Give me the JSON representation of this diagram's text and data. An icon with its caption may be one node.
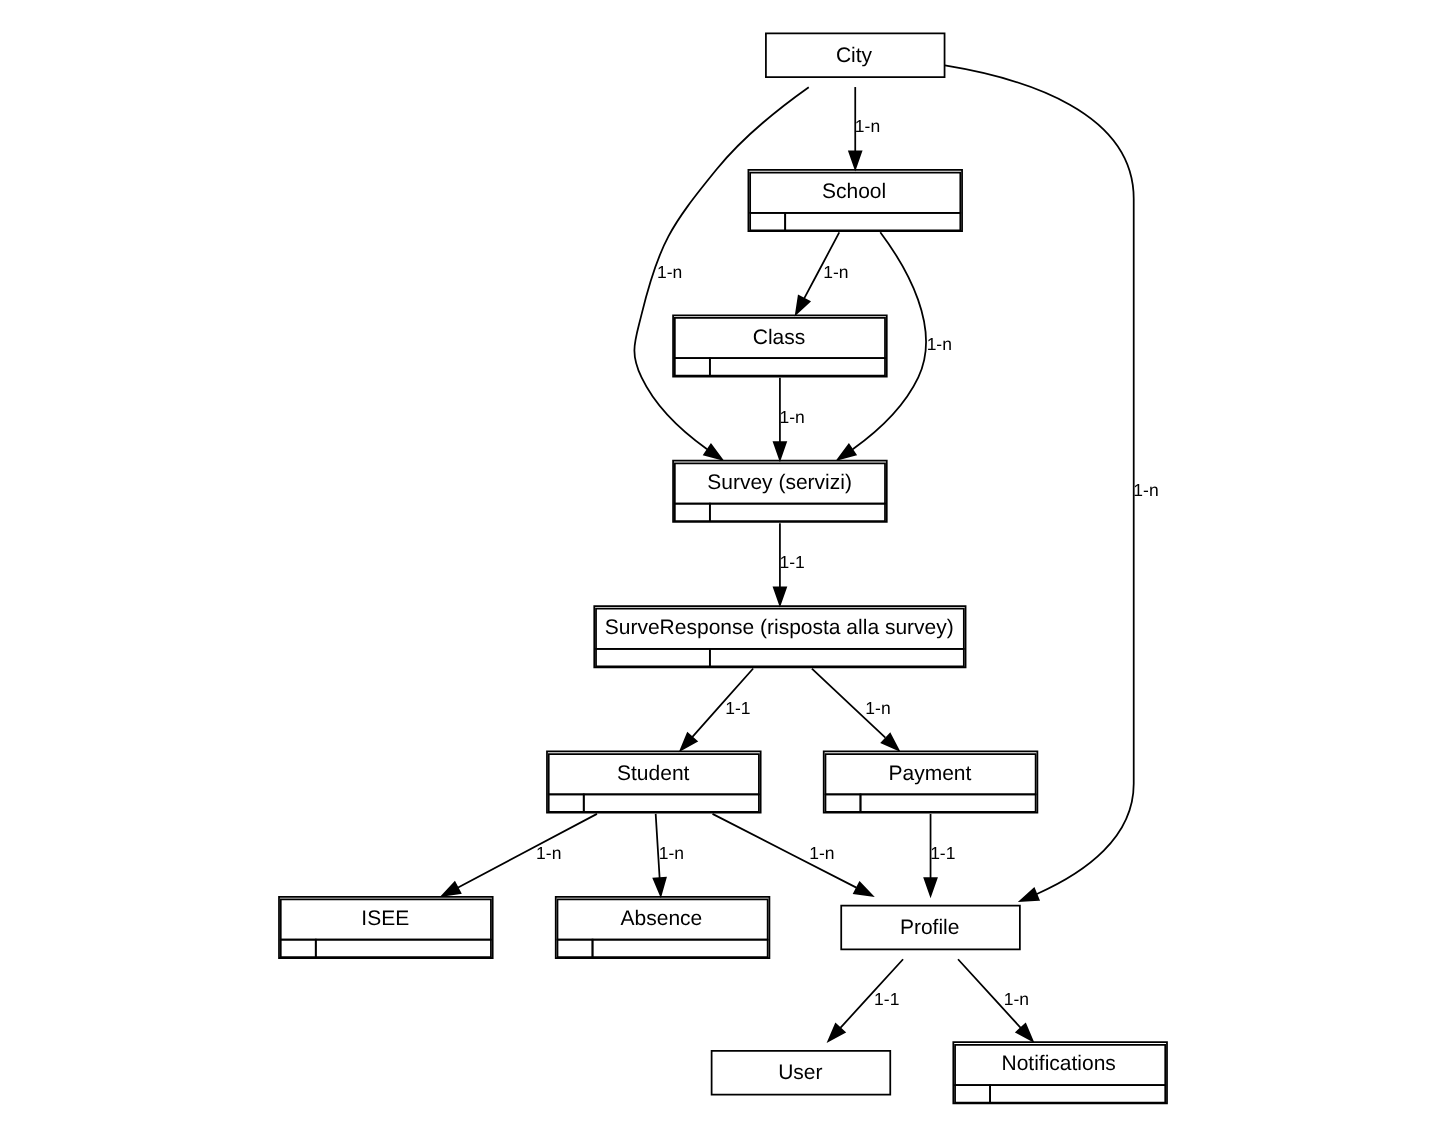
{
  "diagram": {
    "nodes": [
      {
        "text": [
          "Class"
        ]
      },
      {
        "text": [
          "SurveResponse (risposta alla survey)"
        ]
      },
      {
        "text": [
          "Survey (servizi)"
        ]
      },
      {
        "text": [
          "School"
        ]
      },
      {
        "text": [
          "Student"
        ]
      },
      {
        "text": [
          "ISEE"
        ]
      },
      {
        "text": [
          "City"
        ]
      },
      {
        "text": [
          "Payment"
        ]
      },
      {
        "text": [
          "Profile"
        ]
      },
      {
        "text": [
          "Absence"
        ]
      },
      {
        "text": [
          "User"
        ]
      },
      {
        "text": [
          "Notifications"
        ]
      }
    ],
    "edges": [
      {
        "from": 1,
        "to": 7,
        "arrow": "to",
        "label": "1-n"
      },
      {
        "from": 0,
        "to": 2,
        "arrow": "to",
        "label": "1-n"
      },
      {
        "from": 3,
        "to": 0,
        "arrow": "to",
        "label": "1-n"
      },
      {
        "from": 3,
        "to": 2,
        "arrow": "to",
        "label": "1-n"
      },
      {
        "from": 2,
        "to": 1,
        "arrow": "to",
        "label": "1-1"
      },
      {
        "from": 1,
        "to": 4,
        "arrow": "to",
        "label": "1-1"
      },
      {
        "from": 6,
        "to": 3,
        "arrow": "to",
        "label": "1-n"
      },
      {
        "from": 6,
        "to": 2,
        "arrow": "to",
        "label": "1-n"
      },
      {
        "from": 6,
        "to": 8,
        "arrow": "to",
        "label": "1-n"
      },
      {
        "from": 4,
        "to": 5,
        "arrow": "to",
        "label": "1-n"
      },
      {
        "from": 4,
        "to": 8,
        "arrow": "to",
        "label": "1-n"
      },
      {
        "from": 4,
        "to": 9,
        "arrow": "to",
        "label": "1-n"
      },
      {
        "from": 7,
        "to": 8,
        "arrow": "to",
        "label": "1-1"
      },
      {
        "from": 8,
        "to": 10,
        "arrow": "to",
        "label": "1-1"
      },
      {
        "from": 8,
        "to": 11,
        "arrow": "to",
        "label": "1-n"
      }
    ]
  }
}
